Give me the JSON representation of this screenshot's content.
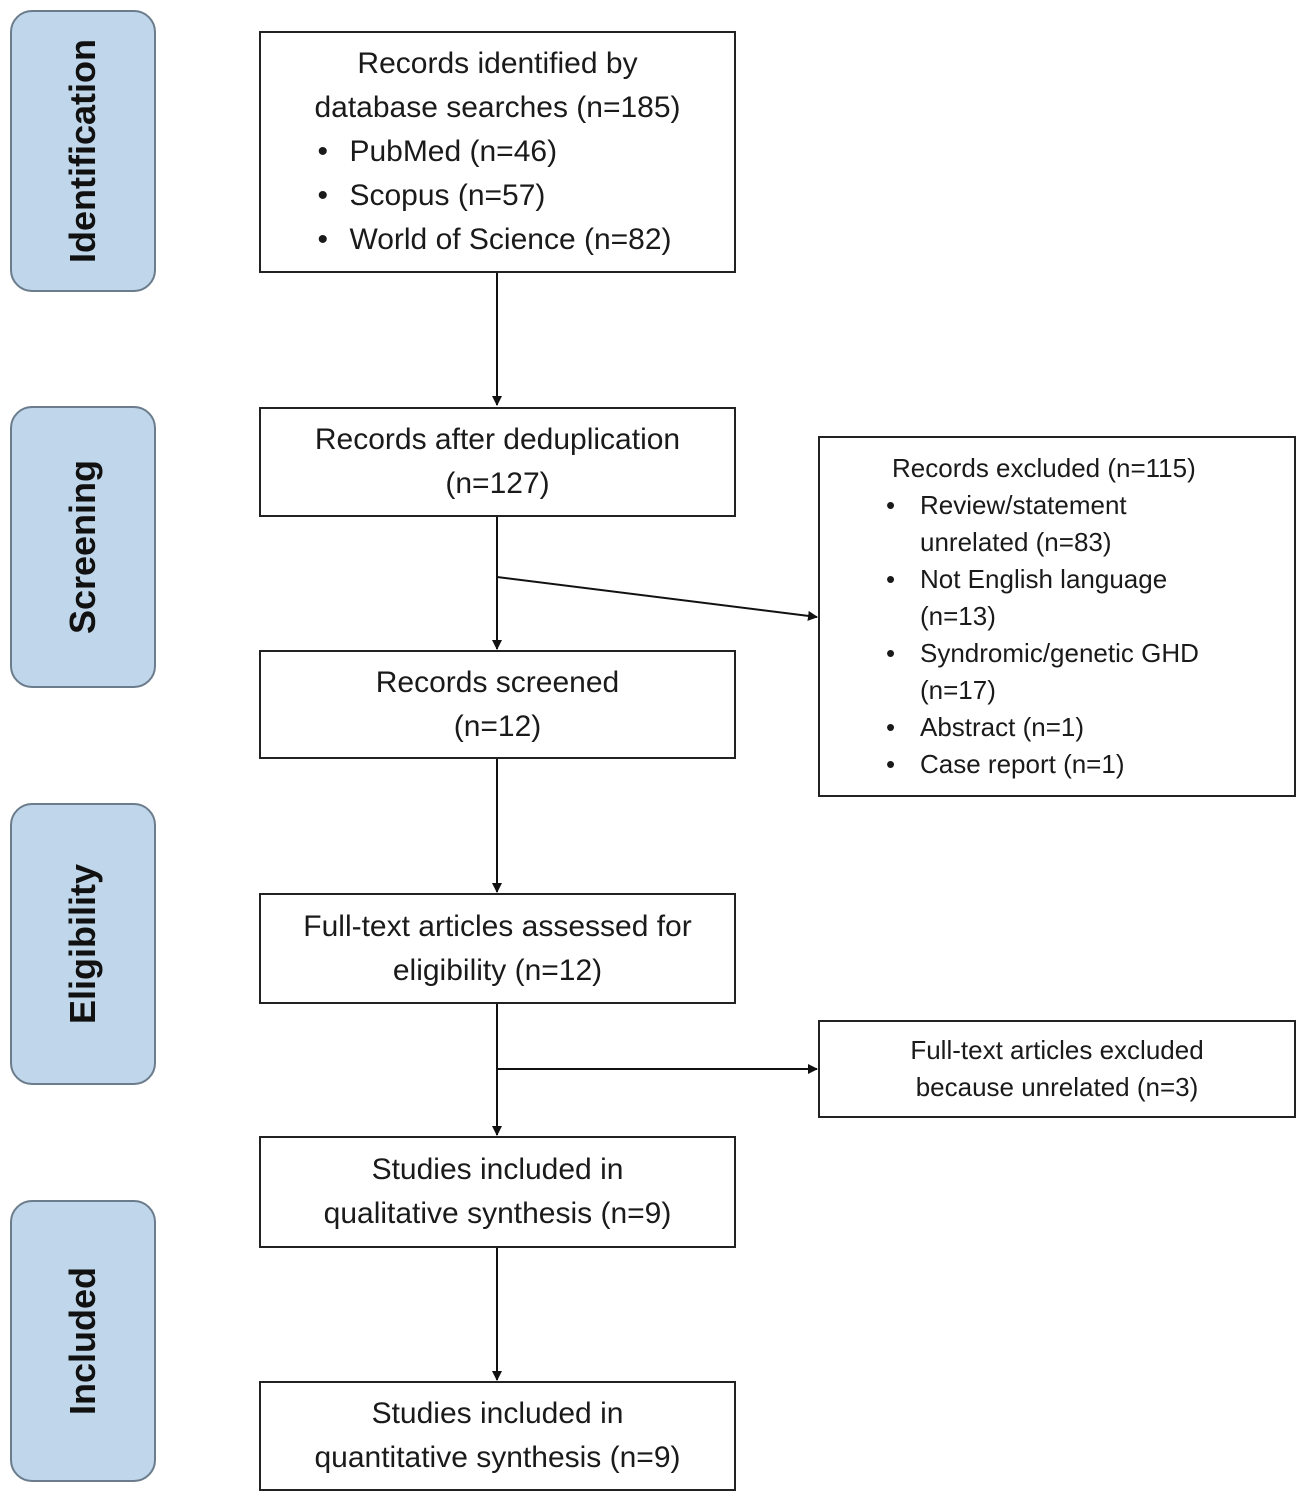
{
  "stages": [
    "Identification",
    "Screening",
    "Eligibility",
    "Included"
  ],
  "identification": {
    "lines": [
      "Records identified by",
      "database searches (n=185)"
    ],
    "bullets": [
      "PubMed (n=46)",
      "Scopus (n=57)",
      "World of Science (n=82)"
    ]
  },
  "dedup": {
    "lines": [
      "Records after deduplication",
      "(n=127)"
    ]
  },
  "screened": {
    "lines": [
      "Records screened",
      "(n=12)"
    ]
  },
  "excluded": {
    "title": "Records excluded (n=115)",
    "bullets": [
      [
        "Review/statement",
        "unrelated (n=83)"
      ],
      [
        "Not English language",
        "(n=13)"
      ],
      [
        "Syndromic/genetic GHD",
        "(n=17)"
      ],
      [
        "Abstract (n=1)"
      ],
      [
        "Case report (n=1)"
      ]
    ]
  },
  "fulltext": {
    "lines": [
      "Full-text articles assessed for",
      "eligibility (n=12)"
    ]
  },
  "fulltext_excluded": {
    "lines": [
      "Full-text articles excluded",
      "because unrelated (n=3)"
    ]
  },
  "qualitative": {
    "lines": [
      "Studies included in",
      "qualitative synthesis (n=9)"
    ]
  },
  "quantitative": {
    "lines": [
      "Studies included in",
      "quantitative synthesis (n=9)"
    ]
  }
}
